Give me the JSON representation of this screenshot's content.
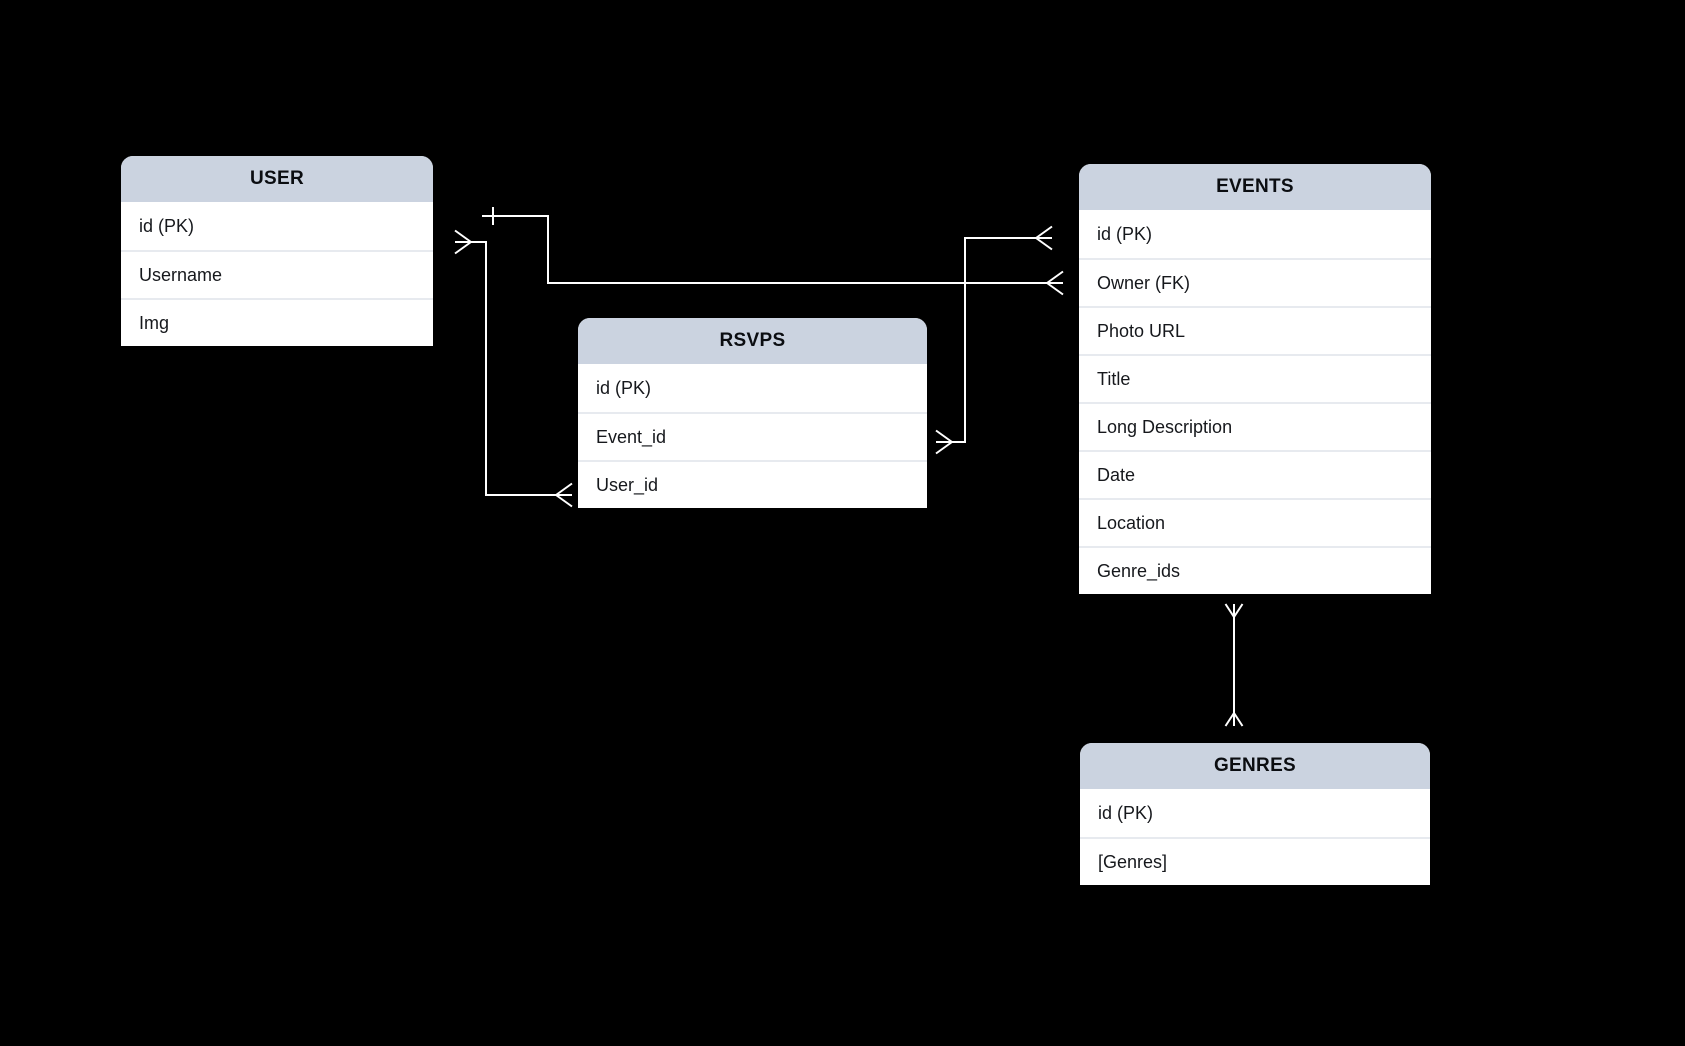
{
  "diagram": {
    "colors": {
      "background": "#000000",
      "entity_header_fill": "#cbd3e0",
      "entity_body_fill": "#ffffff",
      "row_divider": "#e7eaef",
      "entity_text": "#16181c",
      "connector": "#ffffff"
    },
    "entities": [
      {
        "name": "USER",
        "fields": [
          "id (PK)",
          "Username",
          "Img"
        ]
      },
      {
        "name": "RSVPS",
        "fields": [
          "id (PK)",
          "Event_id",
          "User_id"
        ]
      },
      {
        "name": "EVENTS",
        "fields": [
          "id (PK)",
          "Owner (FK)",
          "Photo URL",
          "Title",
          "Long Description",
          "Date",
          "Location",
          "Genre_ids"
        ]
      },
      {
        "name": "GENRES",
        "fields": [
          "id (PK)",
          "[Genres]"
        ]
      }
    ],
    "relationships": [
      {
        "from": "USER.id",
        "to": "EVENTS.Owner (FK)",
        "from_marker": "one",
        "to_marker": "many"
      },
      {
        "from": "RSVPS.Event_id",
        "to": "EVENTS.id",
        "from_marker": "many",
        "to_marker": "many"
      },
      {
        "from": "USER.id",
        "to": "RSVPS.User_id",
        "from_marker": "many",
        "to_marker": "many"
      },
      {
        "from": "EVENTS.Genre_ids",
        "to": "GENRES",
        "from_marker": "many",
        "to_marker": "many"
      }
    ]
  }
}
